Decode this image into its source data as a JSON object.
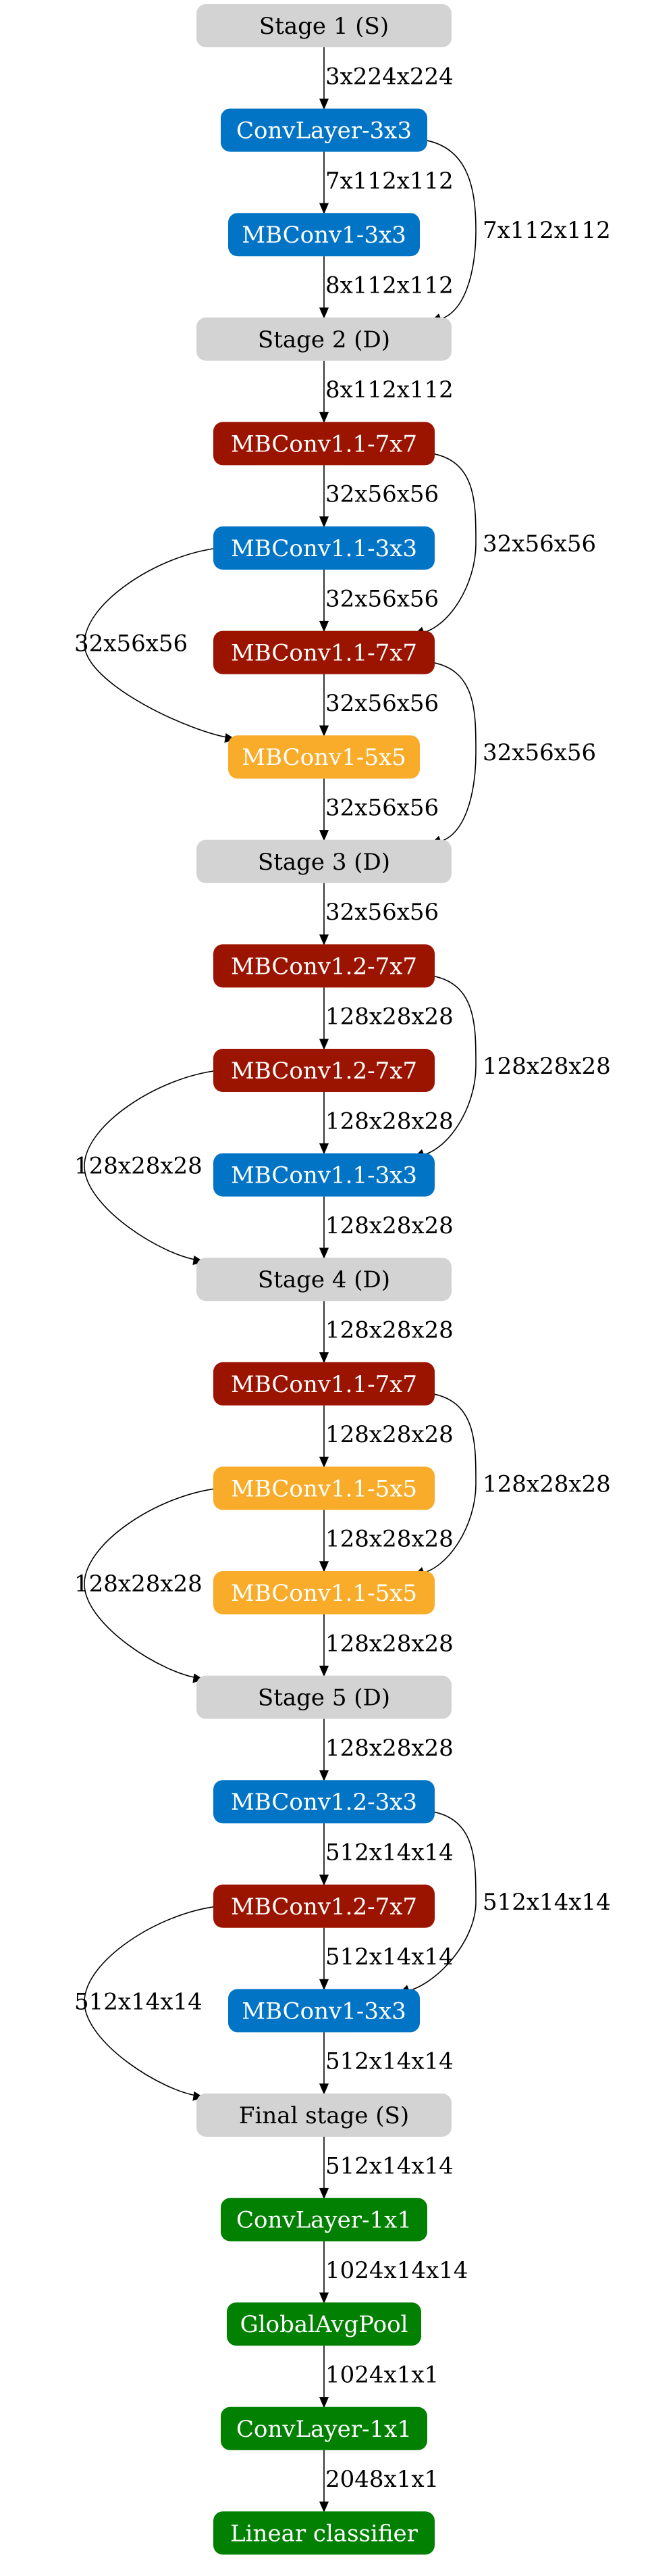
{
  "colors": {
    "stage": "#d3d3d3",
    "blue": "#0274c5",
    "red": "#9b1400",
    "orange": "#f9ac2a",
    "green": "#028002",
    "stage_text": "#000000",
    "light_text": "#ffffff"
  },
  "nodes": [
    {
      "id": "n0",
      "label": "Stage 1 (S)",
      "kind": "stage"
    },
    {
      "id": "n1",
      "label": "ConvLayer-3x3",
      "kind": "blue"
    },
    {
      "id": "n2",
      "label": "MBConv1-3x3",
      "kind": "blue"
    },
    {
      "id": "n3",
      "label": "Stage 2 (D)",
      "kind": "stage"
    },
    {
      "id": "n4",
      "label": "MBConv1.1-7x7",
      "kind": "red"
    },
    {
      "id": "n5",
      "label": "MBConv1.1-3x3",
      "kind": "blue"
    },
    {
      "id": "n6",
      "label": "MBConv1.1-7x7",
      "kind": "red"
    },
    {
      "id": "n7",
      "label": "MBConv1-5x5",
      "kind": "orange"
    },
    {
      "id": "n8",
      "label": "Stage 3 (D)",
      "kind": "stage"
    },
    {
      "id": "n9",
      "label": "MBConv1.2-7x7",
      "kind": "red"
    },
    {
      "id": "n10",
      "label": "MBConv1.2-7x7",
      "kind": "red"
    },
    {
      "id": "n11",
      "label": "MBConv1.1-3x3",
      "kind": "blue"
    },
    {
      "id": "n12",
      "label": "Stage 4 (D)",
      "kind": "stage"
    },
    {
      "id": "n13",
      "label": "MBConv1.1-7x7",
      "kind": "red"
    },
    {
      "id": "n14",
      "label": "MBConv1.1-5x5",
      "kind": "orange"
    },
    {
      "id": "n15",
      "label": "MBConv1.1-5x5",
      "kind": "orange"
    },
    {
      "id": "n16",
      "label": "Stage 5 (D)",
      "kind": "stage"
    },
    {
      "id": "n17",
      "label": "MBConv1.2-3x3",
      "kind": "blue"
    },
    {
      "id": "n18",
      "label": "MBConv1.2-7x7",
      "kind": "red"
    },
    {
      "id": "n19",
      "label": "MBConv1-3x3",
      "kind": "blue"
    },
    {
      "id": "n20",
      "label": "Final stage (S)",
      "kind": "stage"
    },
    {
      "id": "n21",
      "label": "ConvLayer-1x1",
      "kind": "green"
    },
    {
      "id": "n22",
      "label": "GlobalAvgPool",
      "kind": "green"
    },
    {
      "id": "n23",
      "label": "ConvLayer-1x1",
      "kind": "green"
    },
    {
      "id": "n24",
      "label": "Linear classifier",
      "kind": "green"
    }
  ],
  "edges": [
    {
      "from": "n0",
      "to": "n1",
      "label": "3x224x224"
    },
    {
      "from": "n1",
      "to": "n2",
      "label": "7x112x112"
    },
    {
      "from": "n1",
      "to": "n3",
      "label": "7x112x112"
    },
    {
      "from": "n2",
      "to": "n3",
      "label": "8x112x112"
    },
    {
      "from": "n3",
      "to": "n4",
      "label": "8x112x112"
    },
    {
      "from": "n4",
      "to": "n5",
      "label": "32x56x56"
    },
    {
      "from": "n4",
      "to": "n6",
      "label": "32x56x56"
    },
    {
      "from": "n5",
      "to": "n6",
      "label": "32x56x56"
    },
    {
      "from": "n5",
      "to": "n7",
      "label": "32x56x56"
    },
    {
      "from": "n6",
      "to": "n7",
      "label": "32x56x56"
    },
    {
      "from": "n6",
      "to": "n8",
      "label": "32x56x56"
    },
    {
      "from": "n7",
      "to": "n8",
      "label": "32x56x56"
    },
    {
      "from": "n8",
      "to": "n9",
      "label": "32x56x56"
    },
    {
      "from": "n9",
      "to": "n10",
      "label": "128x28x28"
    },
    {
      "from": "n9",
      "to": "n11",
      "label": "128x28x28"
    },
    {
      "from": "n10",
      "to": "n11",
      "label": "128x28x28"
    },
    {
      "from": "n10",
      "to": "n12",
      "label": "128x28x28"
    },
    {
      "from": "n11",
      "to": "n12",
      "label": "128x28x28"
    },
    {
      "from": "n12",
      "to": "n13",
      "label": "128x28x28"
    },
    {
      "from": "n13",
      "to": "n14",
      "label": "128x28x28"
    },
    {
      "from": "n13",
      "to": "n15",
      "label": "128x28x28"
    },
    {
      "from": "n14",
      "to": "n15",
      "label": "128x28x28"
    },
    {
      "from": "n14",
      "to": "n16",
      "label": "128x28x28"
    },
    {
      "from": "n15",
      "to": "n16",
      "label": "128x28x28"
    },
    {
      "from": "n16",
      "to": "n17",
      "label": "128x28x28"
    },
    {
      "from": "n17",
      "to": "n18",
      "label": "512x14x14"
    },
    {
      "from": "n17",
      "to": "n19",
      "label": "512x14x14"
    },
    {
      "from": "n18",
      "to": "n19",
      "label": "512x14x14"
    },
    {
      "from": "n18",
      "to": "n20",
      "label": "512x14x14"
    },
    {
      "from": "n19",
      "to": "n20",
      "label": "512x14x14"
    },
    {
      "from": "n20",
      "to": "n21",
      "label": "512x14x14"
    },
    {
      "from": "n21",
      "to": "n22",
      "label": "1024x14x14"
    },
    {
      "from": "n22",
      "to": "n23",
      "label": "1024x1x1"
    },
    {
      "from": "n23",
      "to": "n24",
      "label": "2048x1x1"
    }
  ]
}
